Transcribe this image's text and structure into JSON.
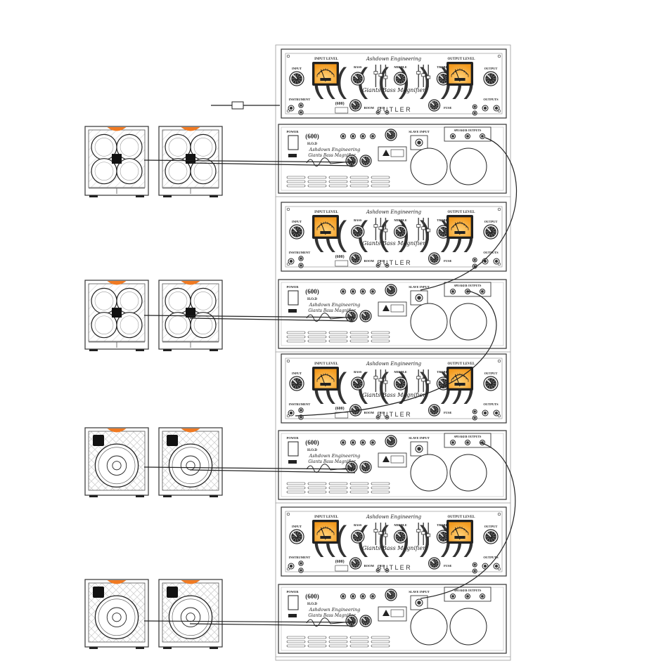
{
  "brand": {
    "company": "Ashdown Engineering",
    "product": "Giants Bass Magnifier",
    "model_badge": "(600)",
    "model_sub": "H.O.D",
    "logo_word": "BUTLER"
  },
  "front_panel": {
    "input_level": "INPUT LEVEL",
    "output_level": "OUTPUT LEVEL",
    "input": "INPUT",
    "output": "OUTPUT",
    "bass": "BASS",
    "middle": "MIDDLE",
    "treble": "TREBLE",
    "instrument": "INSTRUMENT",
    "outputs": "OUTPUTS",
    "boom": "BOOM",
    "eq": "EQ",
    "fuse": "FUSE"
  },
  "rear_panel": {
    "power": "POWER",
    "slave_input": "SLAVE INPUT",
    "speaker_outputs": "SPEAKER OUTPUTS",
    "model": "(600)",
    "model_sub": "H.O.D"
  },
  "colors": {
    "meter_orange": "#f39a1e",
    "cab_stripe": "#f07a22",
    "line": "#222222"
  },
  "stacks": [
    {
      "name": "stack-1",
      "cab_type": "4x10"
    },
    {
      "name": "stack-2",
      "cab_type": "4x10"
    },
    {
      "name": "stack-3",
      "cab_type": "1x15"
    },
    {
      "name": "stack-4",
      "cab_type": "1x15"
    }
  ]
}
